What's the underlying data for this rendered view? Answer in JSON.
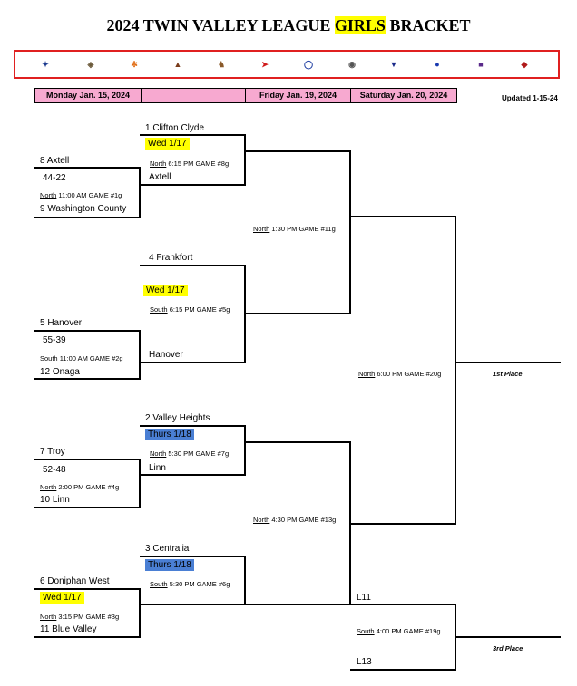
{
  "title": {
    "part1": "2024 TWIN VALLEY LEAGUE ",
    "highlight": "GIRLS",
    "part2": " BRACKET"
  },
  "colors": {
    "highlight_yellow": "#ffff00",
    "highlight_blue": "#4a7fd4",
    "header_pink": "#f7a9d0",
    "logo_border": "#e02020"
  },
  "logos": [
    "eagle-logo",
    "owl-logo",
    "wildcat-logo",
    "bulldog-logo",
    "mustang-logo",
    "falcon-logo",
    "panther-logo",
    "cat-logo",
    "bison-logo",
    "spartan-logo",
    "vh-logo",
    "trojan-logo"
  ],
  "headers": {
    "col1": "Monday Jan. 15, 2024",
    "col2": "",
    "col3": "Friday Jan. 19, 2024",
    "col4": "Saturday Jan. 20, 2024",
    "updated": "Updated 1-15-24"
  },
  "games": {
    "g1": {
      "top": "8 Axtell",
      "score": "44-22",
      "loc": "North",
      "info": " 11:00 AM   GAME #1g",
      "bottom": "9 Washington County"
    },
    "g2": {
      "top": "5 Hanover",
      "score": "55-39",
      "loc": "South",
      "info": "   11:00 AM  GAME #2g",
      "bottom": "12 Onaga"
    },
    "g4": {
      "top": "7 Troy",
      "score": "52-48",
      "loc": "North",
      "info": "  2:00 PM     GAME #4g",
      "bottom": "10 Linn"
    },
    "g3": {
      "top": "6 Doniphan West",
      "score": "Wed 1/17",
      "loc": "North",
      "info": " 3:15 PM      GAME #3g",
      "bottom": "11 Blue Valley"
    },
    "g8": {
      "top": "1 Clifton Clyde",
      "date": "Wed 1/17",
      "loc": "North",
      "info": " 6:15 PM   GAME #8g",
      "bottom": "Axtell"
    },
    "g5": {
      "top": "4 Frankfort",
      "date": "Wed 1/17",
      "loc": "South",
      "info": " 6:15 PM    GAME #5g",
      "bottom": "Hanover"
    },
    "g7": {
      "top": "2 Valley Heights",
      "date": "Thurs 1/18",
      "loc": "North",
      "info": " 5:30 PM   GAME #7g",
      "bottom": "Linn"
    },
    "g6": {
      "top": "3 Centralia",
      "date": "Thurs 1/18",
      "loc": "South",
      "info": "   5:30 PM   GAME #6g",
      "bottom": ""
    },
    "g11": {
      "loc": "North",
      "info": " 1:30 PM    GAME #11g"
    },
    "g13": {
      "loc": "North",
      "info": " 4:30 PM    GAME #13g"
    },
    "g20": {
      "loc": "North",
      "info": " 6:00 PM    GAME #20g"
    },
    "g19": {
      "top": "L11",
      "loc": "South",
      "info": "   4:00 PM    GAME #19g",
      "bottom": "L13"
    }
  },
  "places": {
    "first": "1st  Place",
    "third": "3rd Place"
  }
}
